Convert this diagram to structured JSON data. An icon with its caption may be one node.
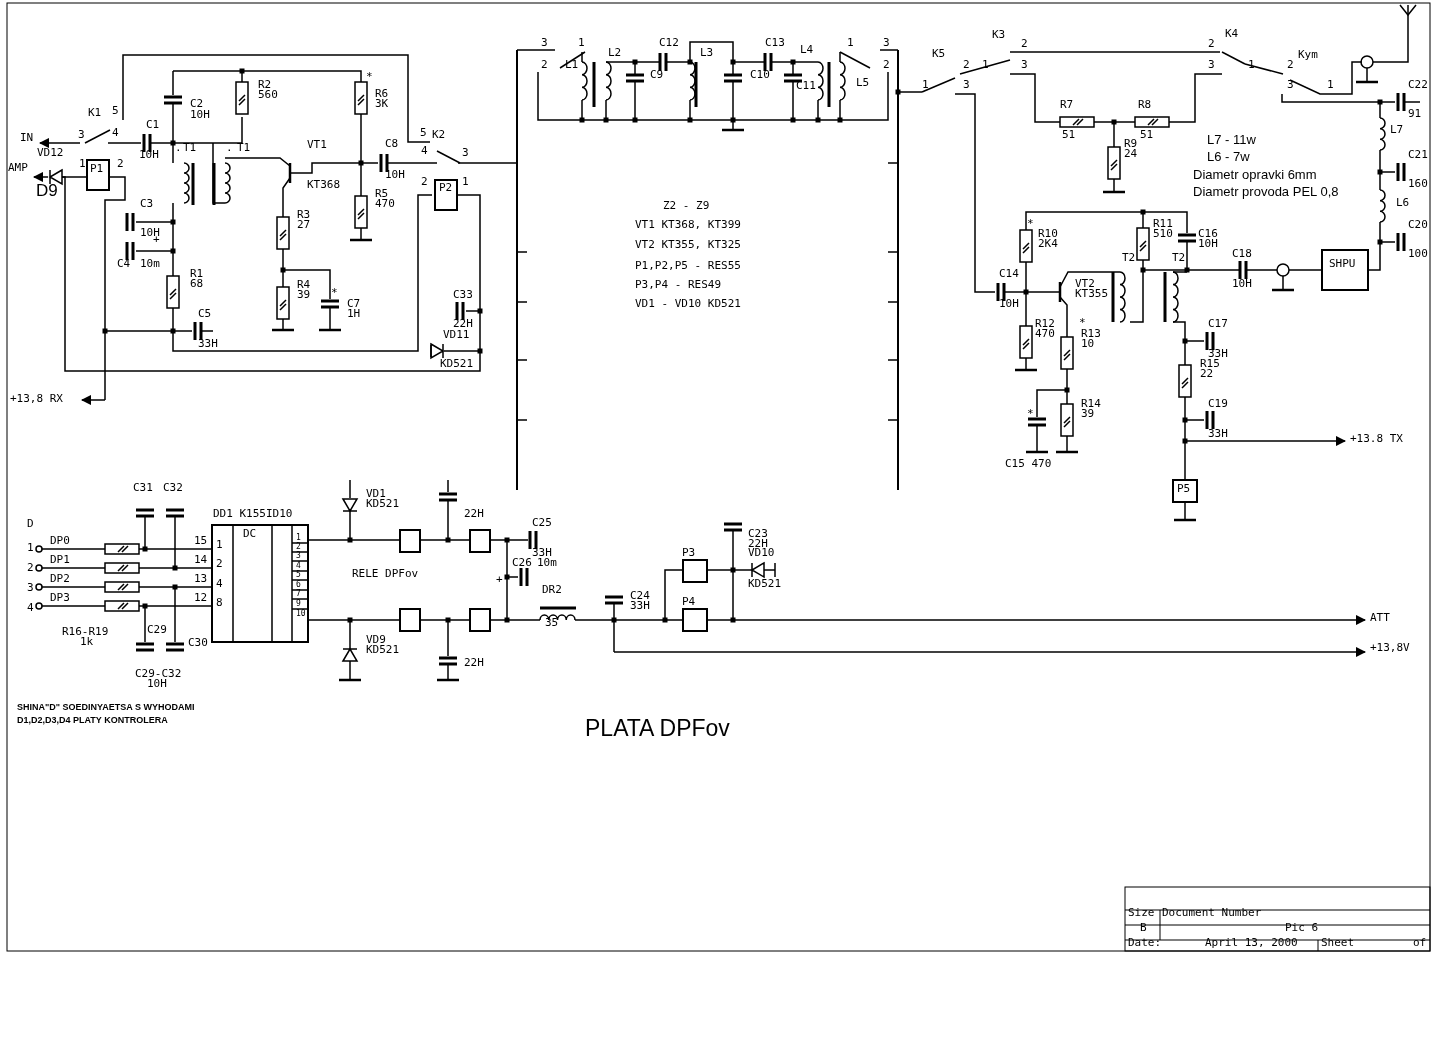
{
  "diagram": {
    "title": "PLATA DPFov",
    "labels": [
      "K1",
      "5",
      "C2",
      "10H",
      "R2",
      "560",
      "*",
      "R6",
      "3K",
      "C1",
      "IN",
      "3",
      "4",
      "5",
      "K2",
      "VD12",
      "10H",
      ".",
      "T1",
      ".",
      "T1",
      "VT1",
      "C8",
      "4",
      "3",
      "AMP",
      "1",
      "P1",
      "2",
      "D9",
      "KT368",
      "10H",
      "2",
      "P2",
      "1",
      "C3",
      "R5",
      "470",
      "10H",
      "R3",
      "27",
      "+",
      "C4",
      "10m",
      "R1",
      "68",
      "R4",
      "39",
      "*",
      "C7",
      "1H",
      "C33",
      "C5",
      "22H",
      "33H",
      "VD11",
      "KD521",
      "+13,8 RX",
      "3",
      "1",
      "C12",
      "C13",
      "1",
      "3",
      "L2",
      "L3",
      "L4",
      "2",
      "L1",
      "C9",
      "C10",
      "2",
      "C11",
      "L5",
      "Z2 - Z9",
      "VT1 KT368, KT399",
      "VT2 KT355, KT325",
      "P1,P2,P5 - RES55",
      "P3,P4 - RES49",
      "VD1 - VD10 KD521",
      "K3",
      "K4",
      "2",
      "2",
      "K5",
      "Kym",
      "2",
      "1",
      "3",
      "3",
      "1",
      "2",
      "1",
      "3",
      "3",
      "1",
      "C22",
      "R7",
      "R8",
      "91",
      "L7",
      "51",
      "51",
      "R9",
      "L7 - 11w",
      "24",
      "L6 - 7w",
      "C21",
      "Diametr opravki 6mm",
      "160",
      "Diametr provoda PEL 0,8",
      "L6",
      "*",
      "R11",
      "C20",
      "R10",
      "510",
      "C16",
      "2K4",
      "10H",
      "C18",
      "SHPU",
      "100",
      "C14",
      "T2",
      "T2",
      "VT2",
      "10H",
      "KT355",
      "10H",
      "R12",
      "*",
      "C17",
      "470",
      "R13",
      "10",
      "33H",
      "R15",
      "22",
      "R14",
      "C19",
      "*",
      "39",
      "33H",
      "+13.8 TX",
      "C15 470",
      "C31",
      "C32",
      "VD1",
      "P5",
      "KD521",
      "DD1 K155ID10",
      "22H",
      "D",
      "C25",
      "DC",
      "C23",
      "1",
      "DP0",
      "15",
      "1",
      "1",
      "2",
      "22H",
      "33H",
      "P3",
      "VD10",
      "3",
      "2",
      "DP1",
      "14",
      "2",
      "4",
      "C26",
      "10m",
      "5",
      "RELE DPFov",
      "+",
      "3",
      "DP2",
      "13",
      "4",
      "6",
      "KD521",
      "7",
      "DR2",
      "4",
      "DP3",
      "12",
      "8",
      "9",
      "C24",
      "P4",
      "10",
      "33H",
      "35",
      "ATT",
      "R16-R19",
      "1k",
      "C29",
      "C30",
      "VD9",
      "KD521",
      "+13,8V",
      "22H",
      "C29-C32",
      "10H",
      "SHINA\"D\" SOEDINYAETSA S WYHODAMI",
      "D1,D2,D3,D4 PLATY KONTROLERA",
      "Size",
      "Document Number",
      "B",
      "Pic 6",
      "Date:",
      "April 13, 2000",
      "Sheet",
      "of"
    ]
  }
}
